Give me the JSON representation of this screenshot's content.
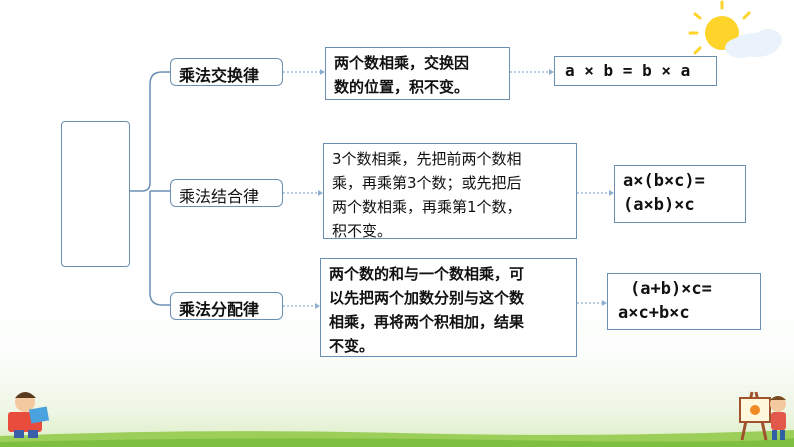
{
  "laws": [
    {
      "name": "乘法交换律",
      "description": [
        "两个数相乘，交换因",
        "数的位置，积不变。"
      ],
      "formula": [
        "a × b = b × a"
      ]
    },
    {
      "name": "乘法结合律",
      "description": [
        "3个数相乘，先把前两个数相",
        "乘，再乘第3个数；或先把后",
        "两个数相乘，再乘第1个数，",
        "积不变。"
      ],
      "formula": [
        "a×(b×c)=",
        "(a×b)×c"
      ]
    },
    {
      "name": "乘法分配律",
      "description": [
        "两个数的和与一个数相乘，可",
        "以先把两个加数分别与这个数",
        "相乘，再将两个积相加，结果",
        "不变。"
      ],
      "formula": [
        "(a+b)×c=",
        "a×c+b×c"
      ]
    }
  ],
  "colors": {
    "border": "#6b8fb3",
    "bracket": "#6b8fb3",
    "dotted_connector": "#8fb0d0",
    "grass": "#7fbf3f"
  },
  "icons": [
    "sun-cloud-icon",
    "child-reading-icon",
    "child-painting-icon"
  ]
}
